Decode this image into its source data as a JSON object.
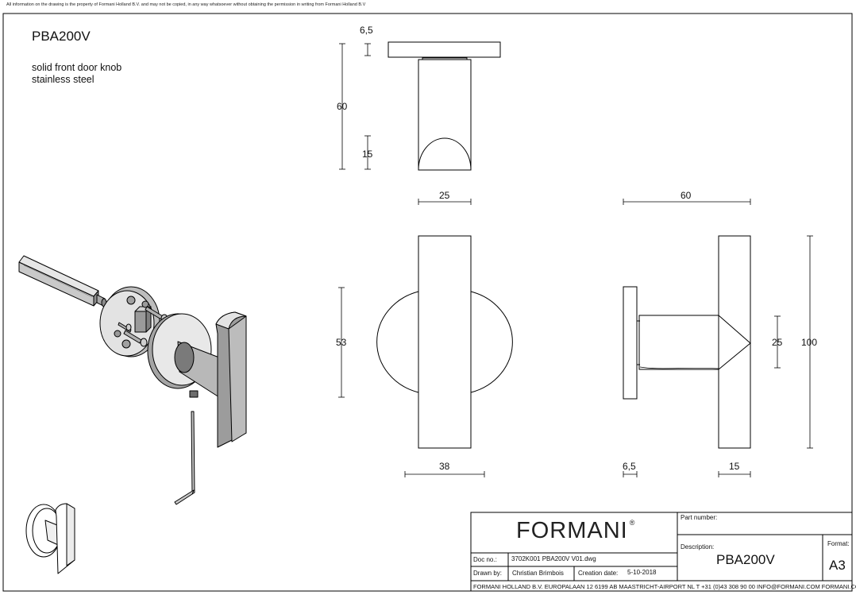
{
  "notice": "All information on the drawing is the property of Formani Holland B.V. and may not be copied, in any way whatsoever without obtaining the permission in writing from Formani Holland B.V",
  "product_code": "PBA200V",
  "description_lines": [
    "solid front door knob",
    "stainless steel"
  ],
  "dimensions": {
    "top_flange": "6,5",
    "top_height": "60",
    "top_cut": "15",
    "front_width": "25",
    "front_rose": "53",
    "front_rose_width": "38",
    "side_length": "60",
    "side_neck": "25",
    "side_height": "100",
    "side_flange": "6,5",
    "side_grip": "15"
  },
  "title_block": {
    "logo": "FORMANI",
    "logo_mark": "®",
    "part_number_label": "Part number:",
    "part_number": "",
    "description_label": "Description:",
    "description": "PBA200V",
    "format_label": "Format:",
    "format": "A3",
    "doc_no_label": "Doc no.:",
    "doc_no": "3702K001 PBA200V V01.dwg",
    "drawn_by_label": "Drawn by:",
    "drawn_by": "Christian Brimbois",
    "creation_date_label": "Creation date:",
    "creation_date": "5-10-2018",
    "footer": "FORMANI HOLLAND B.V.  EUROPALAAN 12  6199 AB MAASTRICHT-AIRPORT NL  T +31 (0)43 308 90 00 INFO@FORMANI.COM FORMANI.COM"
  }
}
